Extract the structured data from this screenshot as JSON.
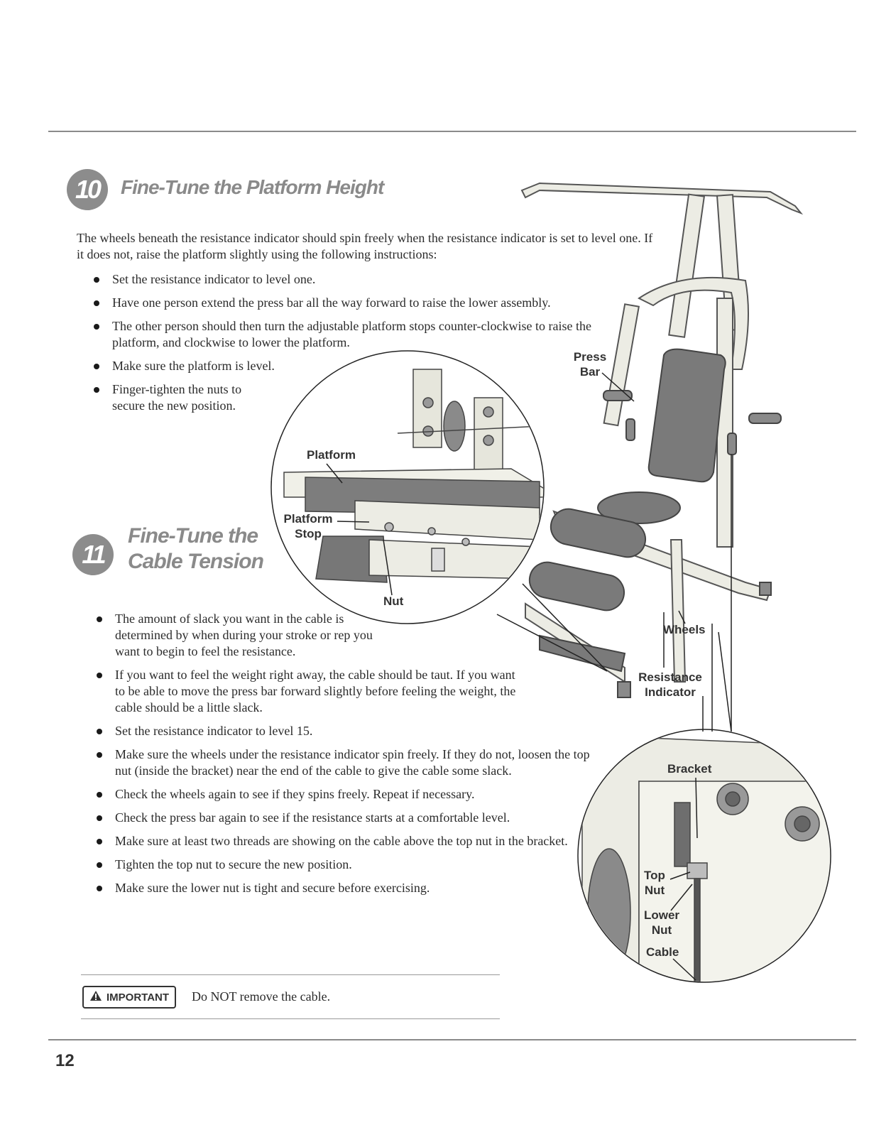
{
  "section10": {
    "number": "10",
    "title": "Fine-Tune the Platform Height",
    "intro": "The wheels beneath the resistance indicator should spin freely when the resistance indicator is set to level one. If it does not, raise the platform slightly using the following instructions:",
    "bullets": [
      "Set the resistance indicator to level one.",
      "Have one person extend the press bar all the way forward to raise the lower assembly.",
      "The other person should then turn the adjustable platform stops counter-clockwise to raise the platform, and clockwise to lower the platform.",
      "Make sure the platform is level.",
      "Finger-tighten the nuts to secure the new position."
    ]
  },
  "section11": {
    "number": "11",
    "title_line1": "Fine-Tune the",
    "title_line2": "Cable Tension",
    "bullets": [
      "The amount of slack you want in the cable is determined by when during your stroke or rep you want to begin to feel the resistance.",
      "If you want to feel the weight right away, the cable should be taut. If you want to be able to move the press bar forward slightly before feeling the weight, the cable should be a little slack.",
      "Set the resistance indicator to level 15.",
      "Make sure the wheels under the resistance indicator spin freely. If they do not, loosen the top nut (inside the bracket) near the end of the cable to give the cable some slack.",
      "Check the wheels again to see if they spins freely. Repeat if necessary.",
      "Check the press bar again to see if the resistance starts at a comfortable level.",
      "Make sure at least two threads are showing on the cable above the top nut in the bracket.",
      "Tighten the top nut to secure the new position.",
      "Make sure the lower nut is tight and secure before exercising."
    ]
  },
  "callouts": {
    "press_bar": "Press Bar",
    "platform": "Platform",
    "platform_stop": "Platform Stop",
    "nut": "Nut",
    "wheels": "Wheels",
    "resistance_indicator": "Resistance Indicator",
    "bracket": "Bracket",
    "top_nut": "Top Nut",
    "lower_nut": "Lower Nut",
    "cable": "Cable"
  },
  "important": {
    "label": "IMPORTANT",
    "text": "Do NOT remove the cable."
  },
  "page_number": "12",
  "colors": {
    "frame": "#e8e8e0",
    "pad": "#7a7a7a",
    "accent_gray": "#8c8c8c"
  }
}
